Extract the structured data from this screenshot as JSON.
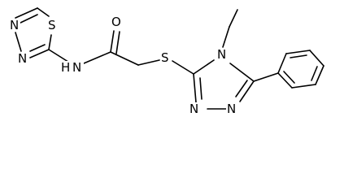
{
  "structure": {
    "atoms": {
      "n_thiadiazole_top": "N",
      "n_thiadiazole_bottom": "N",
      "s_thiadiazole": "S",
      "n_amide": "N",
      "h_amide": "H",
      "o_carbonyl": "O",
      "s_thioether": "S",
      "n_triazole_4": "N",
      "n_triazole_3": "N",
      "n_triazole_2": "N"
    },
    "colors": {
      "bond": "#000000",
      "label": "#000000",
      "background": "#ffffff"
    }
  }
}
